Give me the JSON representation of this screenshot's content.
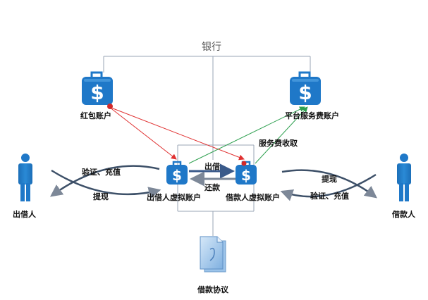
{
  "bank": "银行",
  "accounts": {
    "red_packet": "红包账户",
    "platform_fee": "平台服务费账户",
    "lender_virtual": "出借人虚拟账户",
    "borrower_virtual": "借款人虚拟账户"
  },
  "people": {
    "lender": "出借人",
    "borrower": "借款人"
  },
  "flows": {
    "lend": "出借",
    "repay": "还款",
    "fee_collect": "服务费收取",
    "left_verify": "验证、充值",
    "left_withdraw": "提现",
    "right_withdraw": "提现",
    "right_verify": "验证、充值"
  },
  "document": "借款协议",
  "icons": {
    "account": "dollar-briefcase-icon",
    "person": "person-icon",
    "doc": "document-icon"
  },
  "colors": {
    "icon_blue": "#1f78c8",
    "red_line": "#e03030",
    "green_line": "#2fa050",
    "gray_line": "#9aa5b5"
  }
}
